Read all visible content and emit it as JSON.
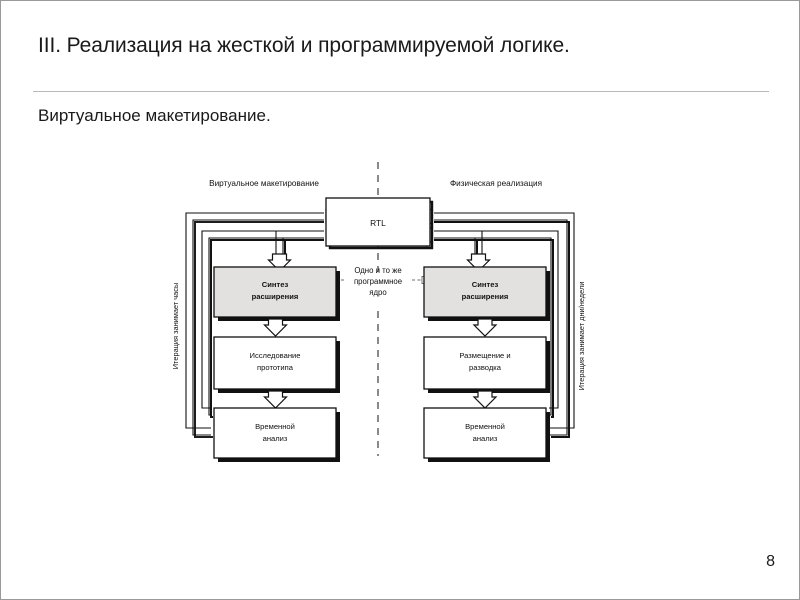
{
  "slide": {
    "title": "III. Реализация на жесткой и программируемой логике.",
    "subtitle": "Виртуальное макетирование.",
    "page_number": "8"
  },
  "figure": {
    "name": "virtual-prototyping-flow-diagram",
    "column_headings": {
      "left": "Виртуальное макетирование",
      "right": "Физическая реализация"
    },
    "side_labels": {
      "left": "Итерация занимает часы",
      "right": "Итерация занимает дни/недели"
    },
    "top_box": {
      "label": "RTL"
    },
    "center_note": {
      "line1": "Одно и то же",
      "line2": "программное",
      "line3": "ядро"
    },
    "left_column": [
      {
        "line1": "Синтез",
        "line2": "расширения",
        "fill": "#e3e1df",
        "bold": true
      },
      {
        "line1": "Исследование",
        "line2": "прототипа",
        "fill": "#ffffff",
        "bold": false
      },
      {
        "line1": "Временной",
        "line2": "анализ",
        "fill": "#ffffff",
        "bold": false
      }
    ],
    "right_column": [
      {
        "line1": "Синтез",
        "line2": "расширения",
        "fill": "#e3e1df",
        "bold": true
      },
      {
        "line1": "Размещение и",
        "line2": "разводка",
        "fill": "#ffffff",
        "bold": false
      },
      {
        "line1": "Временной",
        "line2": "анализ",
        "fill": "#ffffff",
        "bold": false
      }
    ]
  },
  "colors": {
    "ink": "#111111",
    "rule": "#b8b8b8",
    "box_fill_shaded": "#e3e1df",
    "box_fill_plain": "#ffffff",
    "slide_border": "#9a9a9a"
  }
}
